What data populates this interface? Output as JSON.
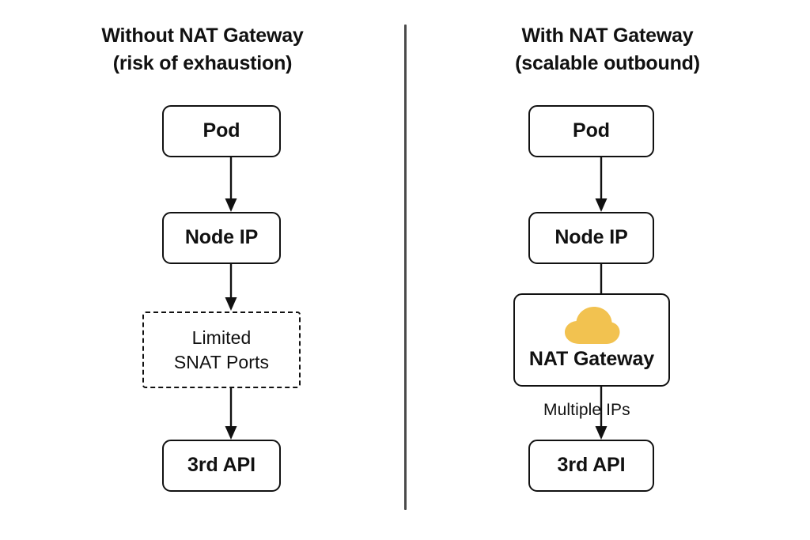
{
  "diagram": {
    "title_left_line1": "Without NAT Gateway",
    "title_left_line2": "(risk of exhaustion)",
    "title_right_line1": "With NAT Gateway",
    "title_right_line2": "(scalable outbound)",
    "divider_color": "#4a4a4a",
    "stroke_color": "#111111",
    "background_color": "#ffffff",
    "accent_color": "#f2c250"
  },
  "left_column": {
    "nodes": [
      {
        "id": "pod",
        "label": "Pod",
        "style": "solid"
      },
      {
        "id": "node",
        "label": "Node IP",
        "style": "solid"
      },
      {
        "id": "snat",
        "label_line1": "Limited",
        "label_line2": "SNAT Ports",
        "style": "dashed"
      },
      {
        "id": "api",
        "label": "3rd API",
        "style": "solid"
      }
    ],
    "edges": [
      {
        "from": "pod",
        "to": "node",
        "arrow": true,
        "label": ""
      },
      {
        "from": "node",
        "to": "snat",
        "arrow": true,
        "label": ""
      },
      {
        "from": "snat",
        "to": "api",
        "arrow": true,
        "label": ""
      }
    ]
  },
  "right_column": {
    "nodes": [
      {
        "id": "pod",
        "label": "Pod",
        "style": "solid"
      },
      {
        "id": "node",
        "label": "Node IP",
        "style": "solid"
      },
      {
        "id": "natgw",
        "label": "NAT Gateway",
        "style": "solid",
        "icon": "cloud-icon"
      },
      {
        "id": "api",
        "label": "3rd API",
        "style": "solid"
      }
    ],
    "edges": [
      {
        "from": "pod",
        "to": "node",
        "arrow": true,
        "label": ""
      },
      {
        "from": "node",
        "to": "natgw",
        "arrow": false,
        "label": ""
      },
      {
        "from": "natgw",
        "to": "api",
        "arrow": true,
        "label": "Multiple IPs"
      }
    ]
  }
}
